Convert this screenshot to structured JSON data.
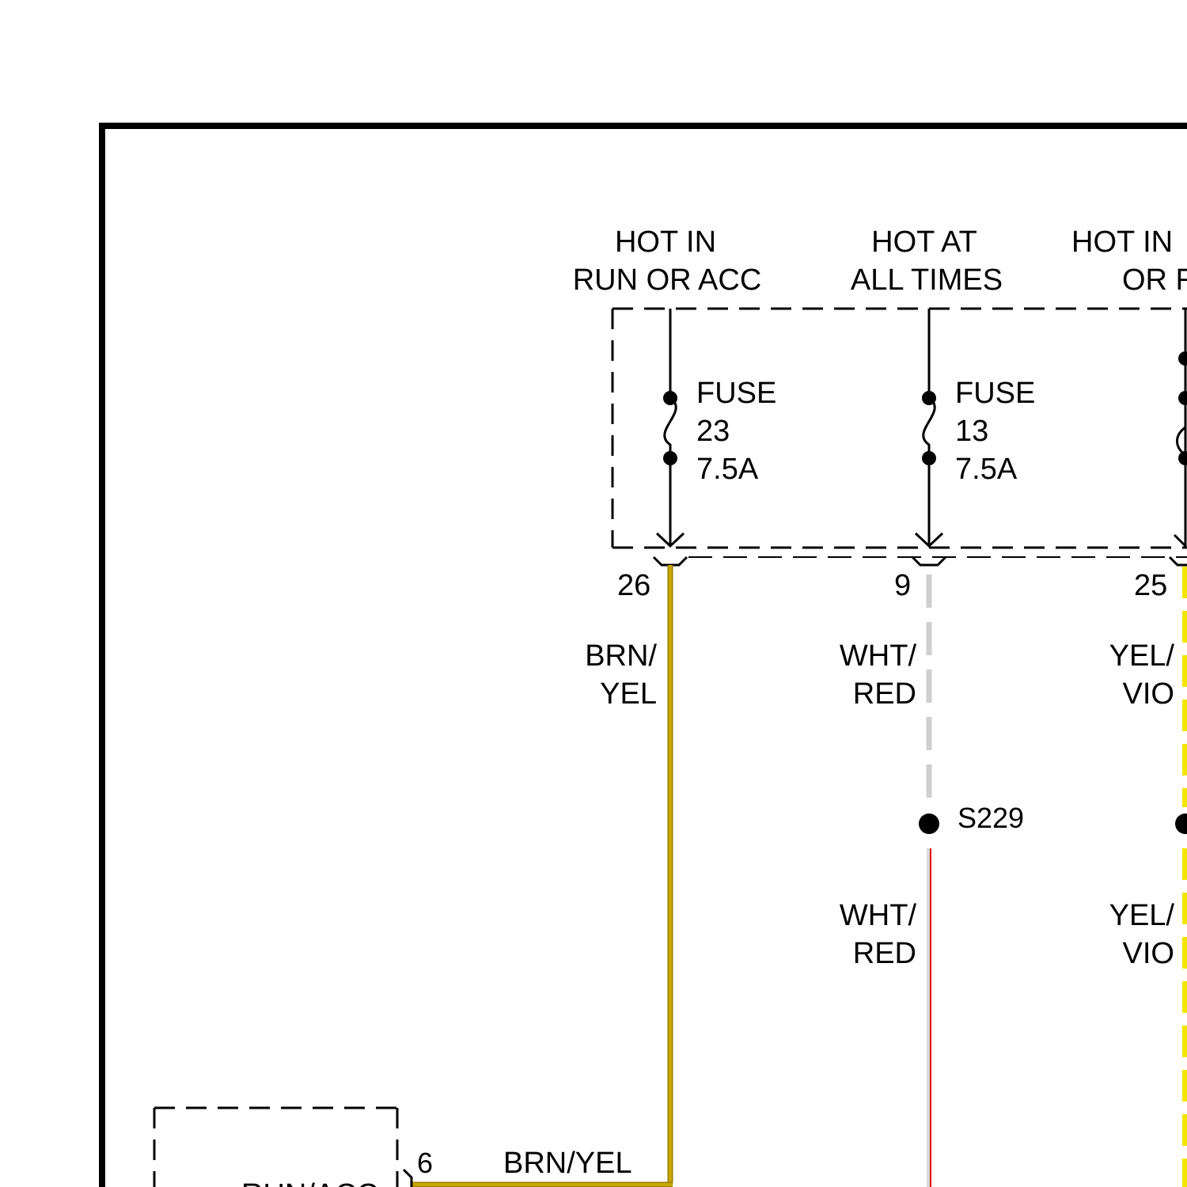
{
  "power_sources": [
    {
      "line1": "HOT IN",
      "line2": "RUN OR ACC"
    },
    {
      "line1": "HOT AT",
      "line2": "ALL TIMES"
    },
    {
      "line1": "HOT IN",
      "line2": "OR R"
    }
  ],
  "fuses": [
    {
      "label": "FUSE",
      "number": "23",
      "rating": "7.5A"
    },
    {
      "label": "FUSE",
      "number": "13",
      "rating": "7.5A"
    }
  ],
  "pins": {
    "left": "26",
    "middle": "9",
    "right": "25",
    "module": "6"
  },
  "wires": {
    "left_upper": {
      "line1": "BRN/",
      "line2": "YEL"
    },
    "middle_upper": {
      "line1": "WHT/",
      "line2": "RED"
    },
    "right_upper": {
      "line1": "YEL/",
      "line2": "VIO"
    },
    "middle_lower": {
      "line1": "WHT/",
      "line2": "RED"
    },
    "right_lower": {
      "line1": "YEL/",
      "line2": "VIO"
    },
    "bottom_horizontal": "BRN/YEL"
  },
  "splice": "S229",
  "module_label": "RUN/ACC",
  "colors": {
    "brn_yel": "#c8a800",
    "wht_red_white": "#d0d0d0",
    "wht_red_red": "#e01010",
    "yel_vio": "#f2e600",
    "outline": "#000000"
  }
}
